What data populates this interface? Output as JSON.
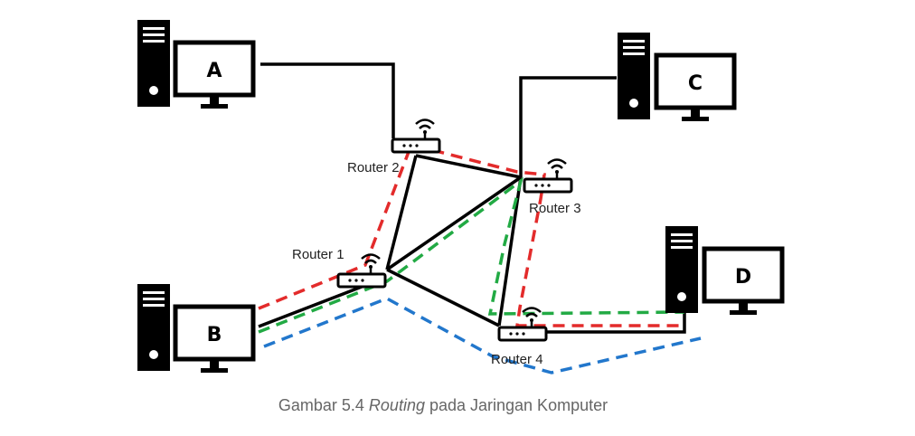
{
  "computers": {
    "a": {
      "label": "A"
    },
    "b": {
      "label": "B"
    },
    "c": {
      "label": "C"
    },
    "d": {
      "label": "D"
    }
  },
  "routers": {
    "r1": {
      "label": "Router 1"
    },
    "r2": {
      "label": "Router 2"
    },
    "r3": {
      "label": "Router 3"
    },
    "r4": {
      "label": "Router 4"
    }
  },
  "caption": {
    "prefix": "Gambar 5.4 ",
    "emphasis": "Routing",
    "suffix": " pada Jaringan Komputer"
  },
  "colors": {
    "link": "#000000",
    "path_red": "#e32b2b",
    "path_green": "#22aa44",
    "path_blue": "#2277cc"
  }
}
